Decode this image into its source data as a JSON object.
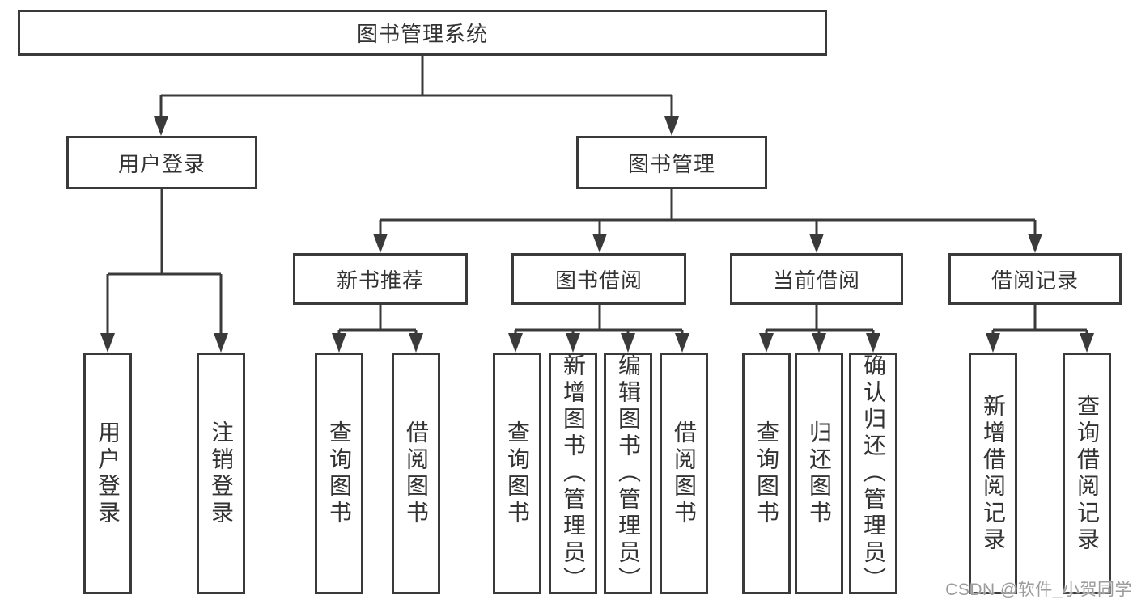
{
  "diagram": {
    "root": {
      "label": "图书管理系统",
      "children": [
        {
          "label": "用户登录",
          "children": [
            {
              "label": "用户登录"
            },
            {
              "label": "注销登录"
            }
          ]
        },
        {
          "label": "图书管理",
          "children": [
            {
              "label": "新书推荐",
              "children": [
                {
                  "label": "查询图书"
                },
                {
                  "label": "借阅图书"
                }
              ]
            },
            {
              "label": "图书借阅",
              "children": [
                {
                  "label": "查询图书"
                },
                {
                  "label": "新增图书（管理员）"
                },
                {
                  "label": "编辑图书（管理员）"
                },
                {
                  "label": "借阅图书"
                }
              ]
            },
            {
              "label": "当前借阅",
              "children": [
                {
                  "label": "查询图书"
                },
                {
                  "label": "归还图书"
                },
                {
                  "label": "确认归还（管理员）"
                }
              ]
            },
            {
              "label": "借阅记录",
              "children": [
                {
                  "label": "新增借阅记录"
                },
                {
                  "label": "查询借阅记录"
                }
              ]
            }
          ]
        }
      ]
    }
  },
  "watermark": {
    "text": "CSDN @软件_小贺同学"
  },
  "colors": {
    "line": "#3a3a3a",
    "text": "#333333",
    "background": "#ffffff",
    "watermark": "#9c9c9c"
  }
}
